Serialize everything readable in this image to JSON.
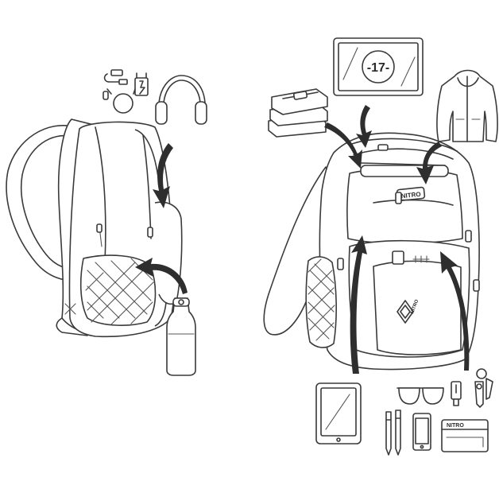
{
  "tablet_number": "-17-",
  "brand_logo_top": "NITRO",
  "brand_logo_front": "NITRO",
  "brand_logo_wallet": "NITRO",
  "icons": {
    "left_pack": [
      "cable-icon",
      "charger-icon",
      "earbuds-icon",
      "headphones-icon",
      "water-bottle-icon"
    ],
    "right_pack": [
      "laptop-icon",
      "books-icon",
      "jacket-icon",
      "tablet-icon",
      "sunglasses-icon",
      "usb-stick-icon",
      "keys-icon",
      "pens-icon",
      "phone-icon",
      "wallet-icon"
    ]
  },
  "colors": {
    "line": "#3a3a3a",
    "arrow": "#2e2e2e",
    "background": "#ffffff"
  }
}
